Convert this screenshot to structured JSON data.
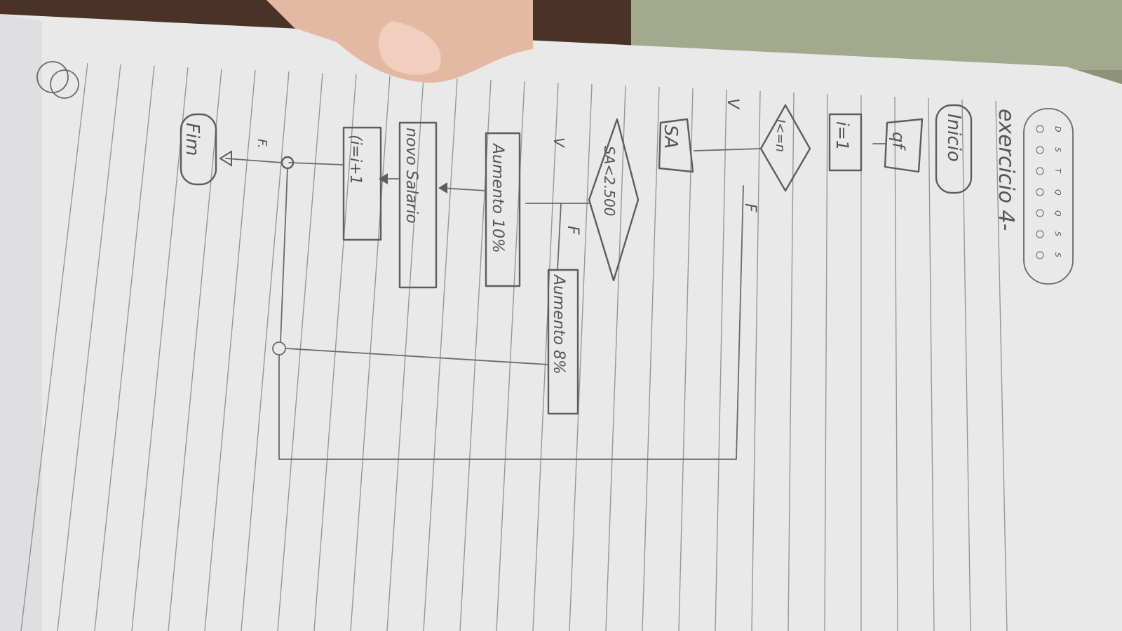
{
  "header": {
    "title": "exercicio 4-",
    "date_box": {
      "letters": [
        "D",
        "S",
        "T",
        "Q",
        "Q",
        "S",
        "S"
      ]
    }
  },
  "flowchart": {
    "start": "Inicio",
    "input_unlabeled": "qf",
    "init": "i=1",
    "loop_condition": "I<=n",
    "read_salary": "SA",
    "decision": "SA<2.500",
    "true_label": "V",
    "false_label": "F",
    "raise_high": "Aumento 10%",
    "raise_low": "Aumento 8%",
    "new_salary": "novo Salario",
    "increment": "(i=i+1",
    "loop_false_label": "F",
    "loop_true_label": "V",
    "end_false_label": "F.",
    "end": "Fim"
  }
}
